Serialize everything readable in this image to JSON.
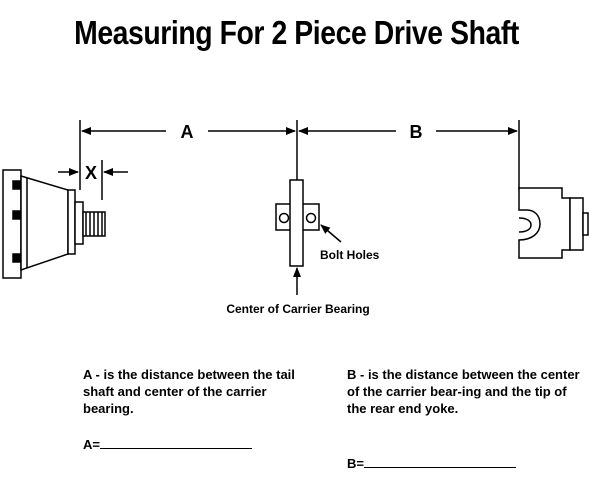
{
  "title": "Measuring For 2 Piece Drive Shaft",
  "labels": {
    "dimension_a": "A",
    "dimension_b": "B",
    "dimension_x": "X",
    "bolt_holes": "Bolt Holes",
    "carrier_center": "Center of Carrier Bearing"
  },
  "notes": {
    "a": "A - is the distance between the tail shaft and center of the carrier bearing.",
    "b": "B - is the distance between the  center of the carrier bear-ing and the tip of the rear end yoke."
  },
  "fields": {
    "a_label": "A=",
    "b_label": "B="
  },
  "colors": {
    "ink": "#000000",
    "background": "#ffffff"
  }
}
